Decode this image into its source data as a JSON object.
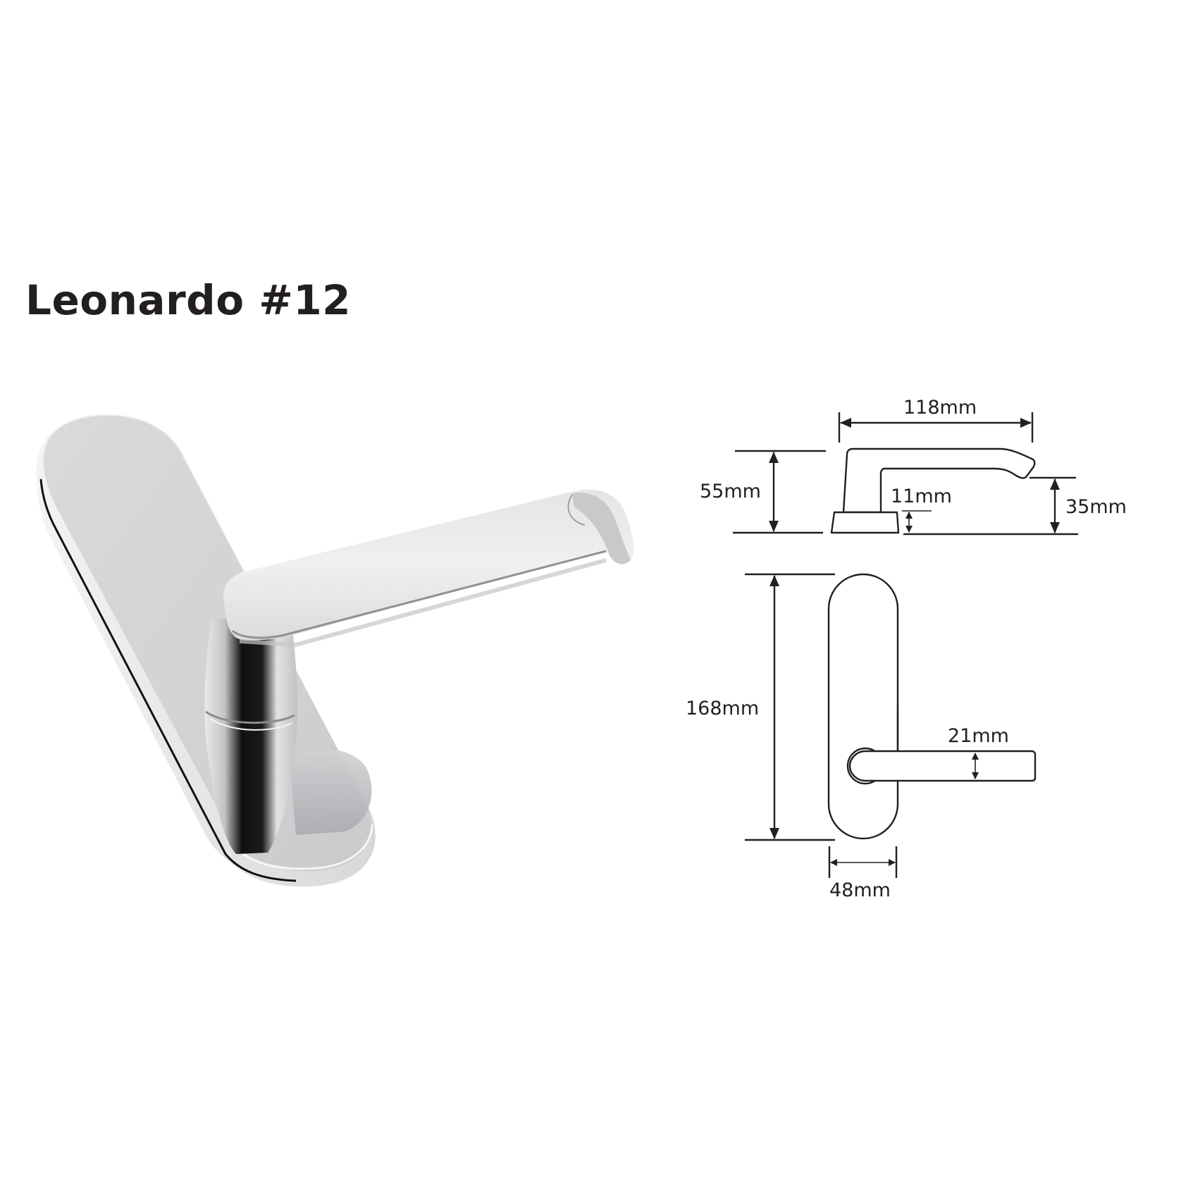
{
  "product": {
    "title": "Leonardo #12",
    "finish_colors": {
      "chrome_light": "#eef0f2",
      "chrome_mid": "#d3d5d7",
      "chrome_shadow": "#9a9c9f",
      "chrome_dark": "#0c0c0c",
      "line": "#231f20"
    }
  },
  "side_view": {
    "overall_length": "118mm",
    "overall_height": "55mm",
    "rose_height": "11mm",
    "lever_clearance": "35mm"
  },
  "front_view": {
    "plate_height": "168mm",
    "plate_width": "48mm",
    "lever_width": "21mm"
  }
}
